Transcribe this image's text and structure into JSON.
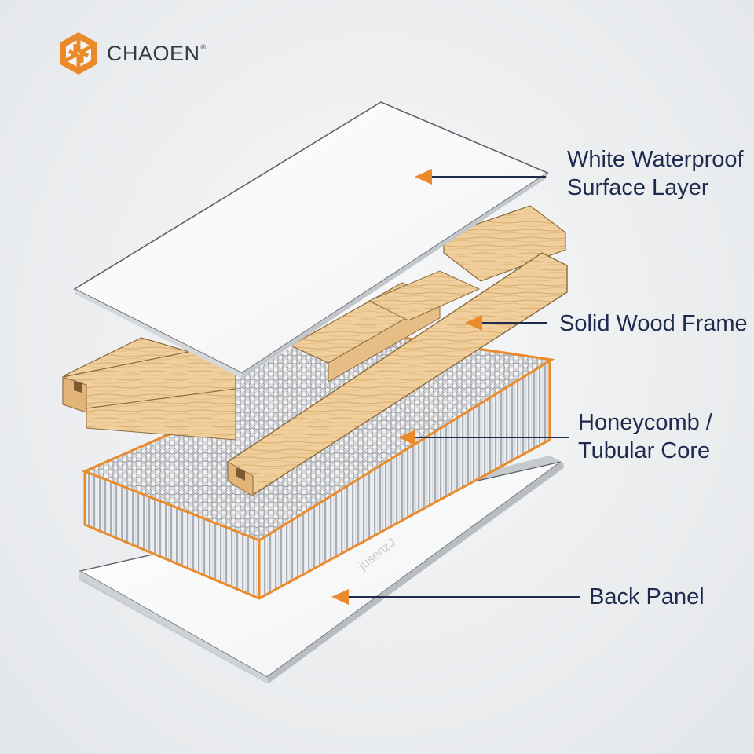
{
  "brand": {
    "name": "CHAOEN",
    "registered": "®"
  },
  "labels": {
    "surface_line1": "White Waterproof",
    "surface_line2": "Surface Layer",
    "frame": "Solid Wood Frame",
    "core_line1": "Honeycomb /",
    "core_line2": "Tubular Core",
    "back": "Back Panel"
  },
  "watermark": "jusenzJ",
  "colors": {
    "accent_orange": "#ea8a2a",
    "label_navy": "#1f2a4f",
    "wood": "#f0cf9c",
    "panel_white": "#ffffff"
  }
}
